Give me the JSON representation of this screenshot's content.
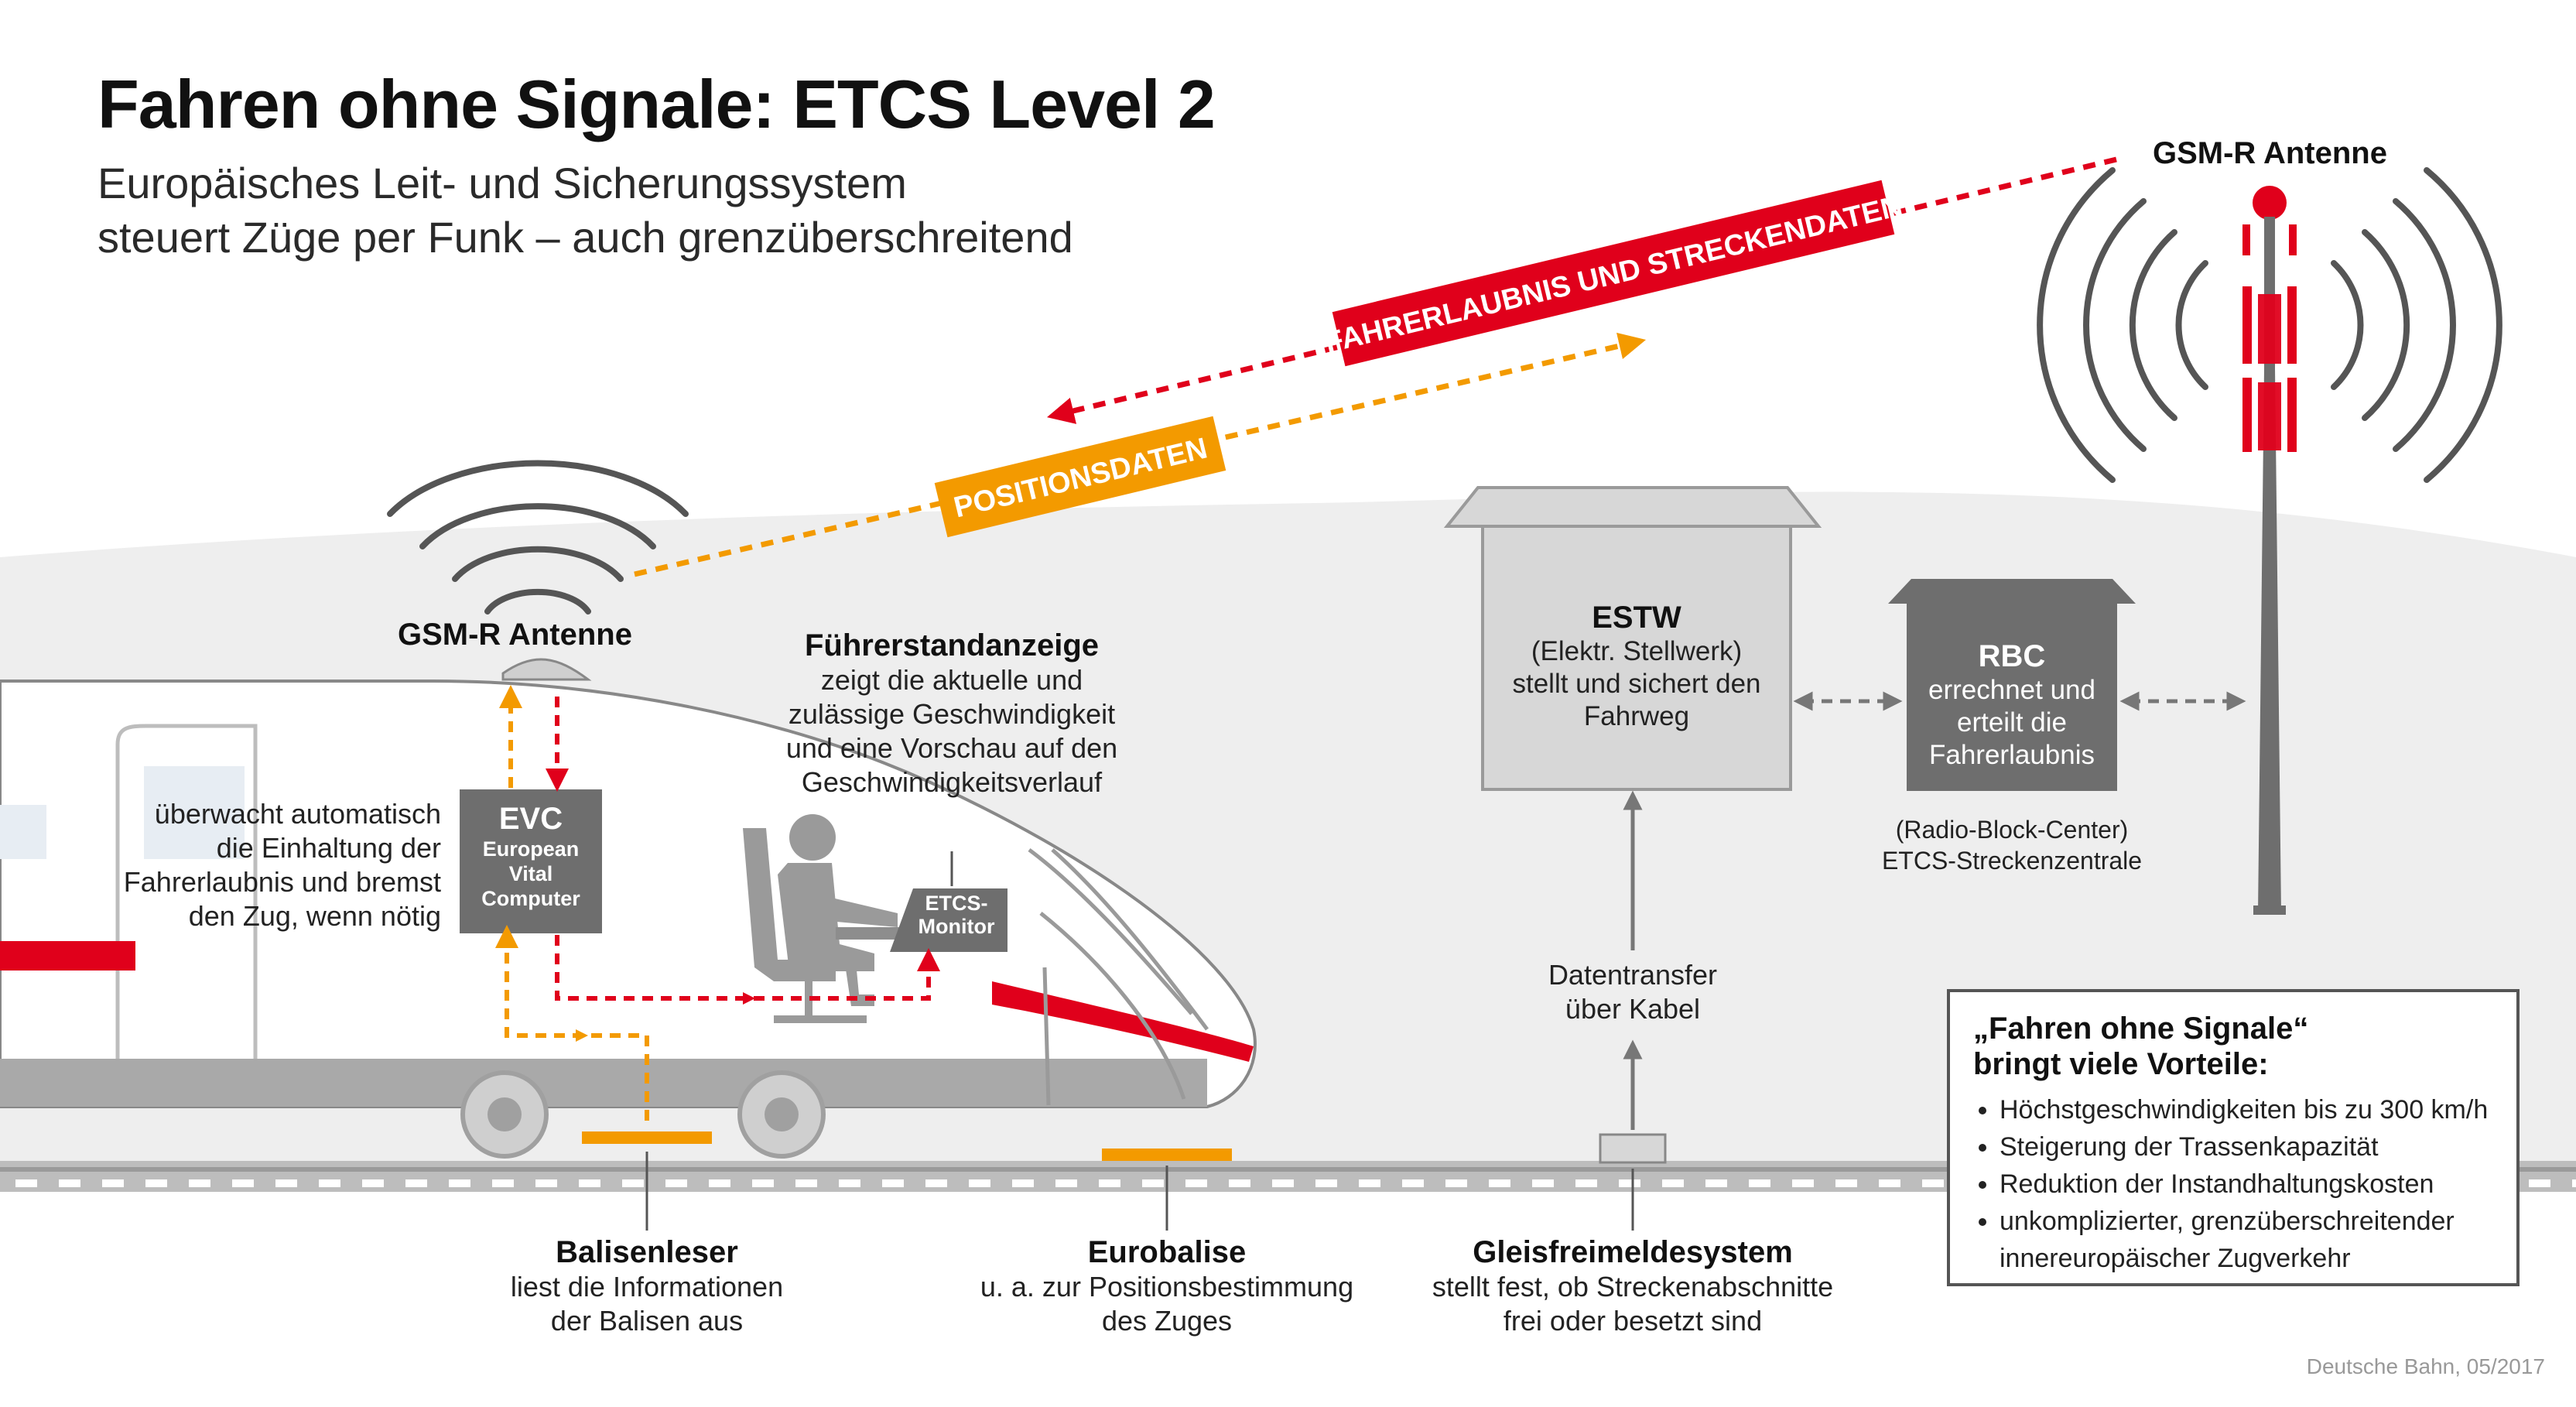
{
  "title": "Fahren ohne Signale: ETCS Level 2",
  "subtitle_lines": [
    "Europäisches Leit- und Sicherungssystem",
    "steuert Züge per Funk – auch grenzüberschreitend"
  ],
  "banners": {
    "red": "FAHRERLAUBNIS UND STRECKENDATEN",
    "orange": "POSITIONSDATEN"
  },
  "tower": {
    "label": "GSM-R Antenne"
  },
  "train": {
    "antenna_label": "GSM-R Antenne",
    "monitor_note": "überwacht automatisch\ndie Einhaltung der\nFahrerlaubnis und bremst\nden Zug, wenn nötig",
    "evc": {
      "title": "EVC",
      "subtitle": "European\nVital\nComputer"
    },
    "etcs_monitor": "ETCS-\nMonitor",
    "display": {
      "title": "Führerstandanzeige",
      "text": "zeigt die aktuelle und\nzulässige Geschwindigkeit\nund eine Vorschau auf den\nGeschwindigkeitsverlauf"
    }
  },
  "estw": {
    "title": "ESTW",
    "text": "(Elektr. Stellwerk)\nstellt und sichert den\nFahrweg"
  },
  "rbc": {
    "title": "RBC",
    "text": "errechnet und\nerteilt die\nFahrerlaubnis",
    "caption": "(Radio-Block-Center)\nETCS-Streckenzentrale"
  },
  "cable_label": "Datentransfer\nüber Kabel",
  "bottom_labels": [
    {
      "title": "Balisenleser",
      "text": "liest die Informationen\nder Balisen aus"
    },
    {
      "title": "Eurobalise",
      "text": "u. a. zur Positionsbestimmung\ndes Zuges"
    },
    {
      "title": "Gleisfreimeldesystem",
      "text": "stellt fest, ob Streckenabschnitte\nfrei oder besetzt sind"
    }
  ],
  "info_box": {
    "title": "„Fahren ohne Signale“\nbringt viele Vorteile:",
    "items": [
      "Höchstgeschwindigkeiten bis zu 300 km/h",
      "Steigerung der Trassenkapazität",
      "Reduktion der Instandhaltungskosten",
      "unkomplizierter, grenzüberschreitender innereuropäischer Zugverkehr"
    ]
  },
  "credit": "Deutsche Bahn, 05/2017",
  "colors": {
    "db_red": "#e0001b",
    "orange": "#f39a00",
    "grey_box": "#6e6e6e",
    "building": "#d7d7d7",
    "ground": "#eeeeee"
  }
}
